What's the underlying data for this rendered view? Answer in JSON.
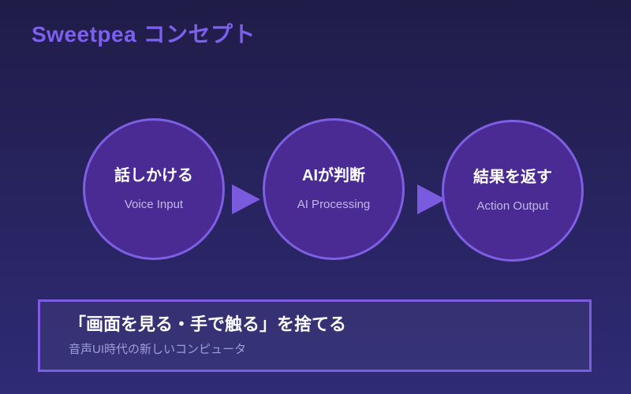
{
  "slide": {
    "title": "Sweetpea コンセプト"
  },
  "steps": [
    {
      "label_jp": "話しかける",
      "label_en": "Voice Input"
    },
    {
      "label_jp": "AIが判断",
      "label_en": "AI Processing"
    },
    {
      "label_jp": "結果を返す",
      "label_en": "Action Output"
    }
  ],
  "footer": {
    "heading": "「画面を見る・手で触る」を捨てる",
    "subheading": "音声UI時代の新しいコンピュータ"
  },
  "colors": {
    "background_top": "#201c48",
    "background_bottom": "#2f2b76",
    "title_accent": "#7e60ee",
    "circle_fill": "#4a2b94",
    "circle_border": "#7e5fe3",
    "arrow": "#7a5be0",
    "step_label": "#ffffff",
    "step_sublabel": "#c0b8e8",
    "footer_border": "#7c5ce0",
    "footer_heading": "#ffffff",
    "footer_subheading": "#a49cd8"
  }
}
